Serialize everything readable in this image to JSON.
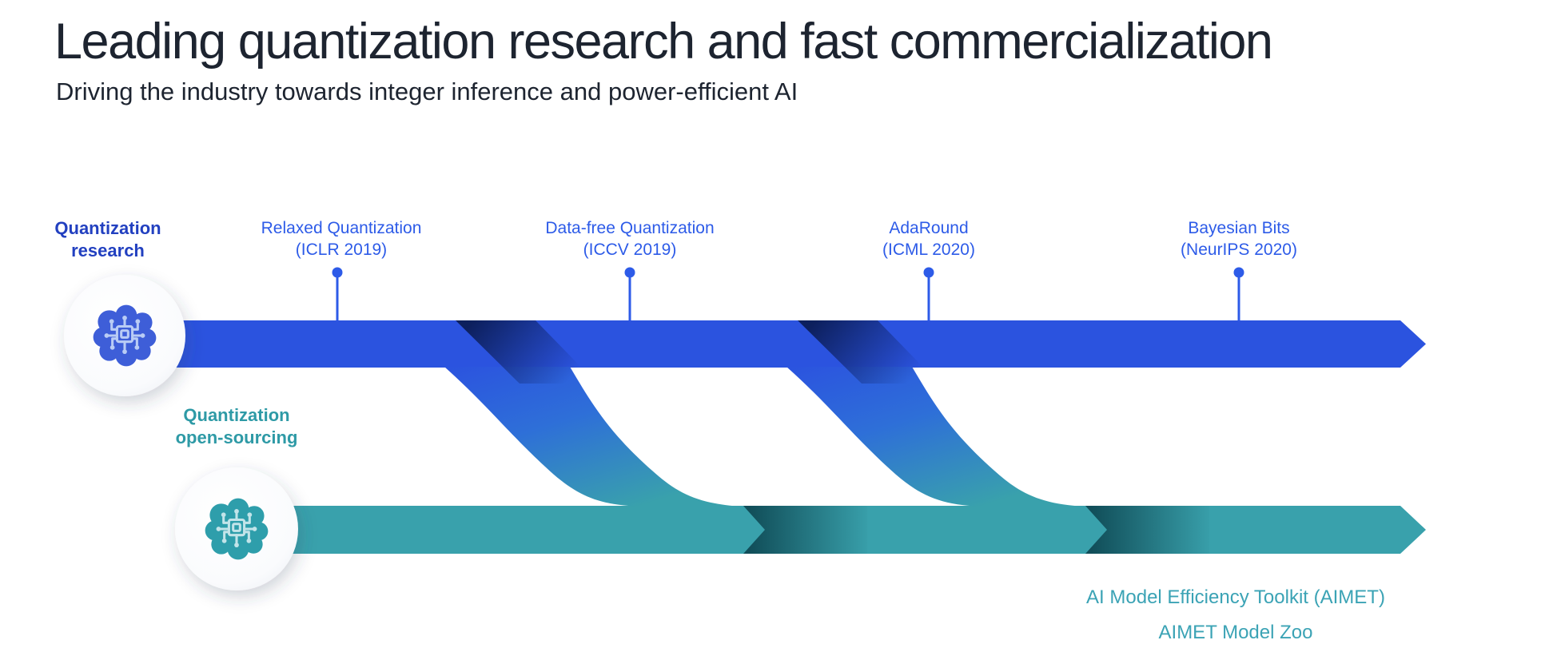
{
  "slide": {
    "title": "Leading quantization research and fast commercialization",
    "subtitle": "Driving the industry towards integer inference and power-efficient AI"
  },
  "research_track": {
    "label": {
      "line1": "Quantization",
      "line2": "research"
    },
    "milestones": [
      {
        "name": "Relaxed Quantization",
        "venue": "(ICLR 2019)"
      },
      {
        "name": "Data-free Quantization",
        "venue": "(ICCV 2019)"
      },
      {
        "name": "AdaRound",
        "venue": "(ICML 2020)"
      },
      {
        "name": "Bayesian Bits",
        "venue": "(NeurIPS 2020)"
      }
    ]
  },
  "opensource_track": {
    "label": {
      "line1": "Quantization",
      "line2": "open-sourcing"
    },
    "releases": [
      "AI Model Efficiency Toolkit (AIMET)",
      "AIMET Model Zoo"
    ]
  },
  "colors": {
    "title_text": "#1D2430",
    "research_bar_blue": "#2B53DF",
    "research_track_label": "#2240C0",
    "milestone_text": "#2D5BE8",
    "opensource_bar_teal": "#39A1AC",
    "opensource_track_label": "#2E9AA6",
    "opensource_release_text": "#3BA3B5",
    "branch_shadow_navy": "#0A1B52",
    "merge_shadow_teal": "#0F4A55",
    "brain_icon_blue": "#3E5ED8",
    "brain_icon_trace_blue": "#B9CCF5",
    "brain_icon_teal": "#2E9EAB",
    "brain_icon_trace_teal": "#C2E4E9"
  }
}
